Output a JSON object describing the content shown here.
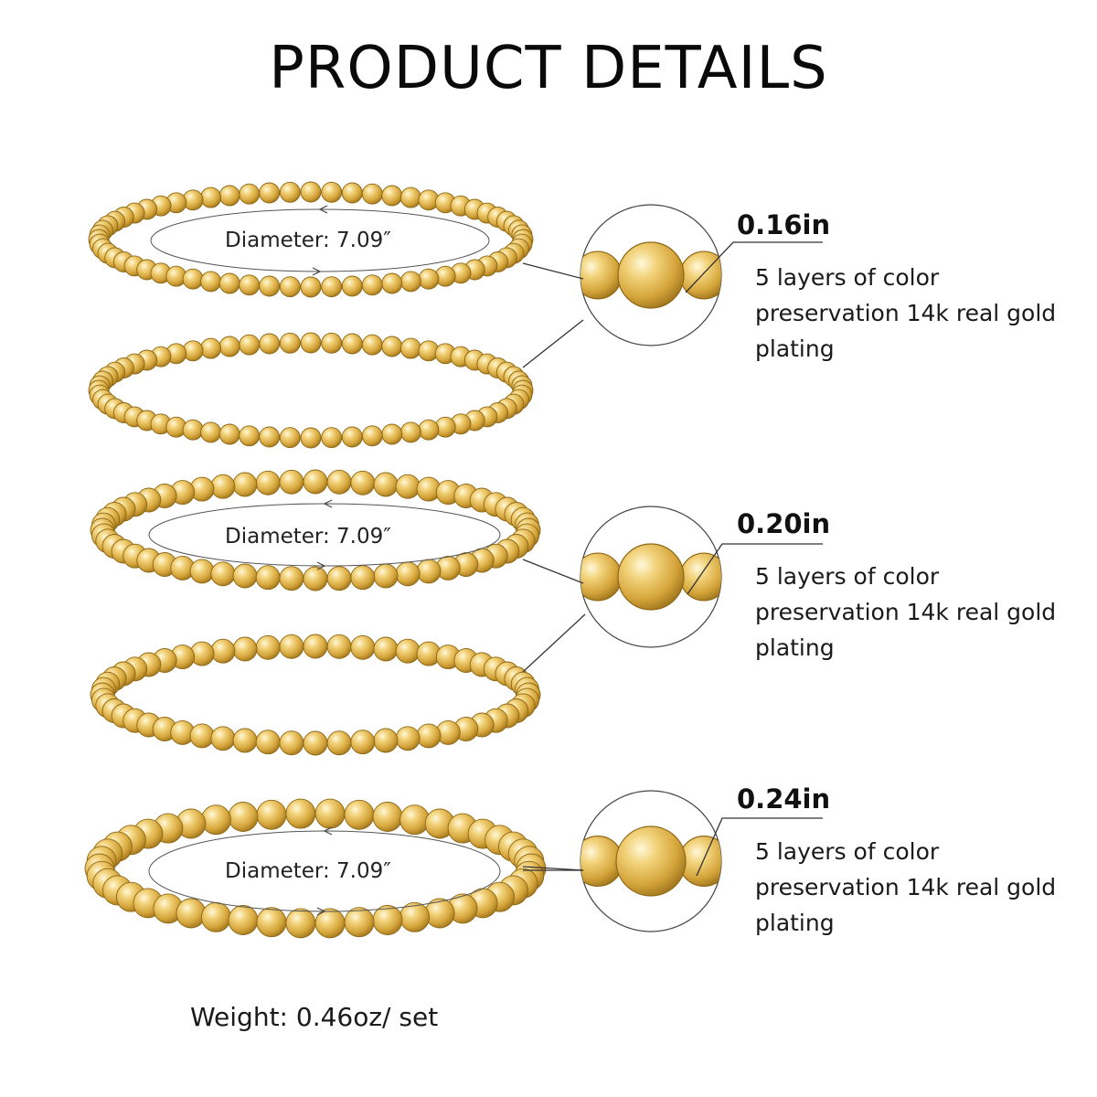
{
  "title": "PRODUCT DETAILS",
  "diameter_label": "Diameter:  7.09″",
  "gold_color": "#E2B547",
  "bracelet_groups": [
    {
      "bead_size": "0.16in",
      "description": "5 layers of color preservation 14k real gold plating",
      "diameter": "Diameter:  7.09″"
    },
    {
      "bead_size": "0.20in",
      "description": "5 layers of color preservation 14k real gold plating",
      "diameter": "Diameter:  7.09″"
    },
    {
      "bead_size": "0.24in",
      "description": "5 layers of color preservation 14k real gold plating",
      "diameter": "Diameter:  7.09″"
    }
  ],
  "weight": "Weight: 0.46oz/ set"
}
